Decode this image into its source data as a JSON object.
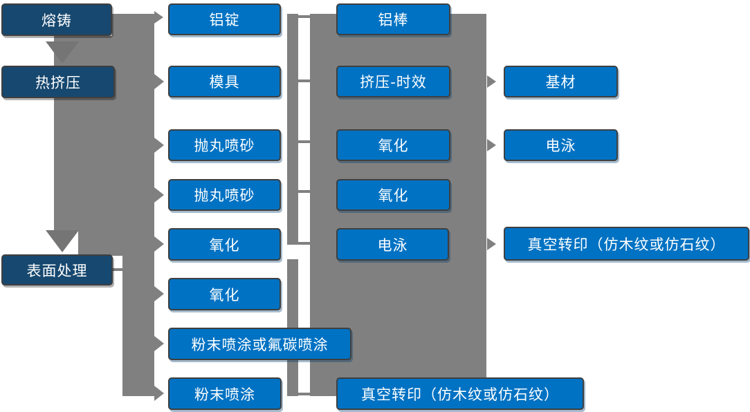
{
  "colors": {
    "box_blue": "#0072c3",
    "box_dark_blue": "#17486f",
    "connector_gray": "#808080",
    "connector_gray_dark": "#757575",
    "box_border": "#3f3f3f",
    "text": "#ffffff"
  },
  "nodes": {
    "rongzhu": {
      "label": "熔铸"
    },
    "rejiya": {
      "label": "热挤压"
    },
    "biaomianchuli": {
      "label": "表面处理"
    },
    "luding": {
      "label": "铝锭"
    },
    "muju": {
      "label": "模具"
    },
    "paowan1": {
      "label": "抛丸喷砂"
    },
    "paowan2": {
      "label": "抛丸喷砂"
    },
    "yanghua_c2a": {
      "label": "氧化"
    },
    "yanghua_c2b": {
      "label": "氧化"
    },
    "fenmo_futan": {
      "label": "粉末喷涂或氟碳喷涂"
    },
    "fenmo": {
      "label": "粉末喷涂"
    },
    "lubang": {
      "label": "铝棒"
    },
    "jiya_shixiao": {
      "label": "挤压-时效"
    },
    "yanghua_c3a": {
      "label": "氧化"
    },
    "yanghua_c3b": {
      "label": "氧化"
    },
    "dianyong_c3": {
      "label": "电泳"
    },
    "zhenkong_c3": {
      "label": "真空转印（仿木纹或仿石纹）"
    },
    "jicai": {
      "label": "基材"
    },
    "dianyong_c4": {
      "label": "电泳"
    },
    "zhenkong_c4": {
      "label": "真空转印（仿木纹或仿石纹）"
    }
  }
}
